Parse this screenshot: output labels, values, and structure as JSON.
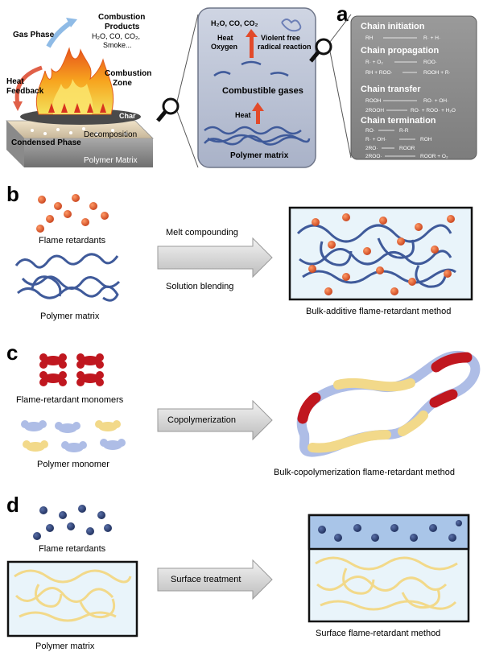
{
  "panel_a": {
    "letter": "a",
    "gas_phase": "Gas Phase",
    "combustion_products_1": "Combustion",
    "combustion_products_2": "Products",
    "products_line": "H₂O, CO, CO₂,",
    "smoke": "Smoke...",
    "combustion_zone_1": "Combustion",
    "combustion_zone_2": "Zone",
    "heat_feedback_1": "Heat",
    "heat_feedback_2": "Feedback",
    "char": "Char",
    "decomposition": "Decomposition",
    "condensed_phase": "Condensed Phase",
    "polymer_matrix_block": "Polymer Matrix",
    "zoom_gases": "H₂O, CO, CO₂",
    "zoom_heat_oxygen_1": "Heat",
    "zoom_heat_oxygen_2": "Oxygen",
    "zoom_violent_1": "Violent free",
    "zoom_violent_2": "radical reaction",
    "zoom_combustible": "Combustible  gases",
    "zoom_heat": "Heat",
    "zoom_polymer": "Polymer matrix",
    "chain_initiation": "Chain  initiation",
    "ci_eq1_l": "RH",
    "ci_eq1_r": "R·  +  H·",
    "chain_propagation": "Chain  propagation",
    "cp_eq1_l": "R· + O₂",
    "cp_eq1_r": "ROO·",
    "cp_eq2_l": "RH  +  ROO·",
    "cp_eq2_r": "ROOH  +  R·",
    "chain_transfer": "Chain  transfer",
    "ct_eq1_l": "ROOH",
    "ct_eq1_r": "RO·  +  OH·",
    "ct_eq2_l": "2ROOH",
    "ct_eq2_r": "RO·  +  ROO·  +  H₂O",
    "chain_termination": "Chain  termination",
    "tm_eq1_l": "RO·",
    "tm_eq1_r": "R-R",
    "tm_eq2_l": "R·  +  OH·",
    "tm_eq2_r": "ROH",
    "tm_eq3_l": "2RO·",
    "tm_eq3_r": "ROOR",
    "tm_eq4_l": "2ROO·",
    "tm_eq4_r": "ROOR  +  O₂"
  },
  "panel_b": {
    "letter": "b",
    "flame_retardants": "Flame retardants",
    "polymer_matrix": "Polymer matrix",
    "arrow_top": "Melt compounding",
    "arrow_bottom": "Solution blending",
    "result": "Bulk-additive  flame-retardant  method"
  },
  "panel_c": {
    "letter": "c",
    "fr_monomers": "Flame-retardant  monomers",
    "polymer_monomer": "Polymer monomer",
    "arrow": "Copolymerization",
    "result": "Bulk-copolymerization flame-retardant  method"
  },
  "panel_d": {
    "letter": "d",
    "flame_retardants": "Flame retardants",
    "polymer_matrix": "Polymer matrix",
    "arrow": "Surface treatment",
    "result": "Surface flame-retardant  method"
  },
  "colors": {
    "polymer_blue": "#3f5a9a",
    "particle_orange": "#d9572b",
    "fr_red": "#c0171f",
    "monomer_lavender": "#aebde6",
    "monomer_yellow": "#f2d98a",
    "particle_navy": "#283b6e",
    "box_fill": "#e9f4fa",
    "coating_blue": "#a9c5e8",
    "zoom_panel": "#b9c1d4",
    "chem_panel": "#8f8f8f"
  },
  "icons": [
    "magnifier-icon",
    "flame-icon",
    "process-arrow-icon",
    "smoke-puff-icon"
  ]
}
